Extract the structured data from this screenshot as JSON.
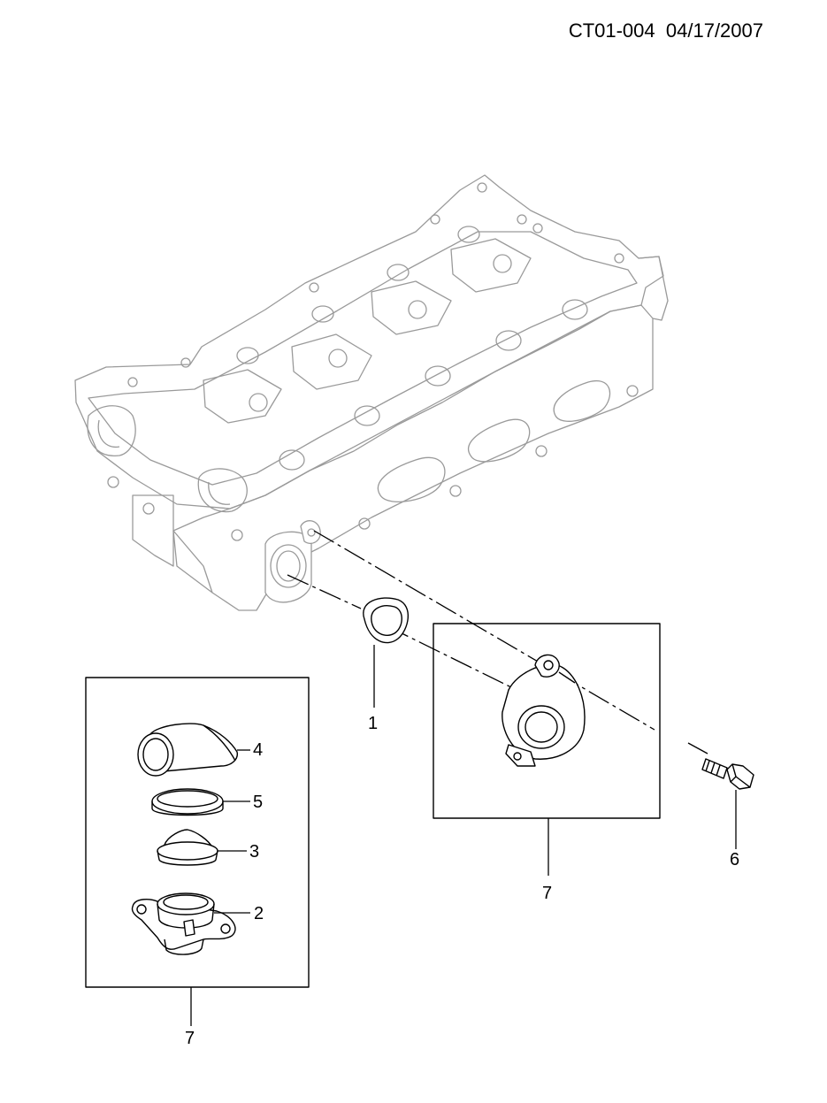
{
  "header": {
    "drawing_code": "CT01-004",
    "date": "04/17/2007"
  },
  "callouts": {
    "gasket": "1",
    "housing": "2",
    "thermostat": "3",
    "outlet_pipe": "4",
    "seal_ring": "5",
    "bolt": "6",
    "assembly_upper": "7",
    "assembly_lower": "7"
  }
}
